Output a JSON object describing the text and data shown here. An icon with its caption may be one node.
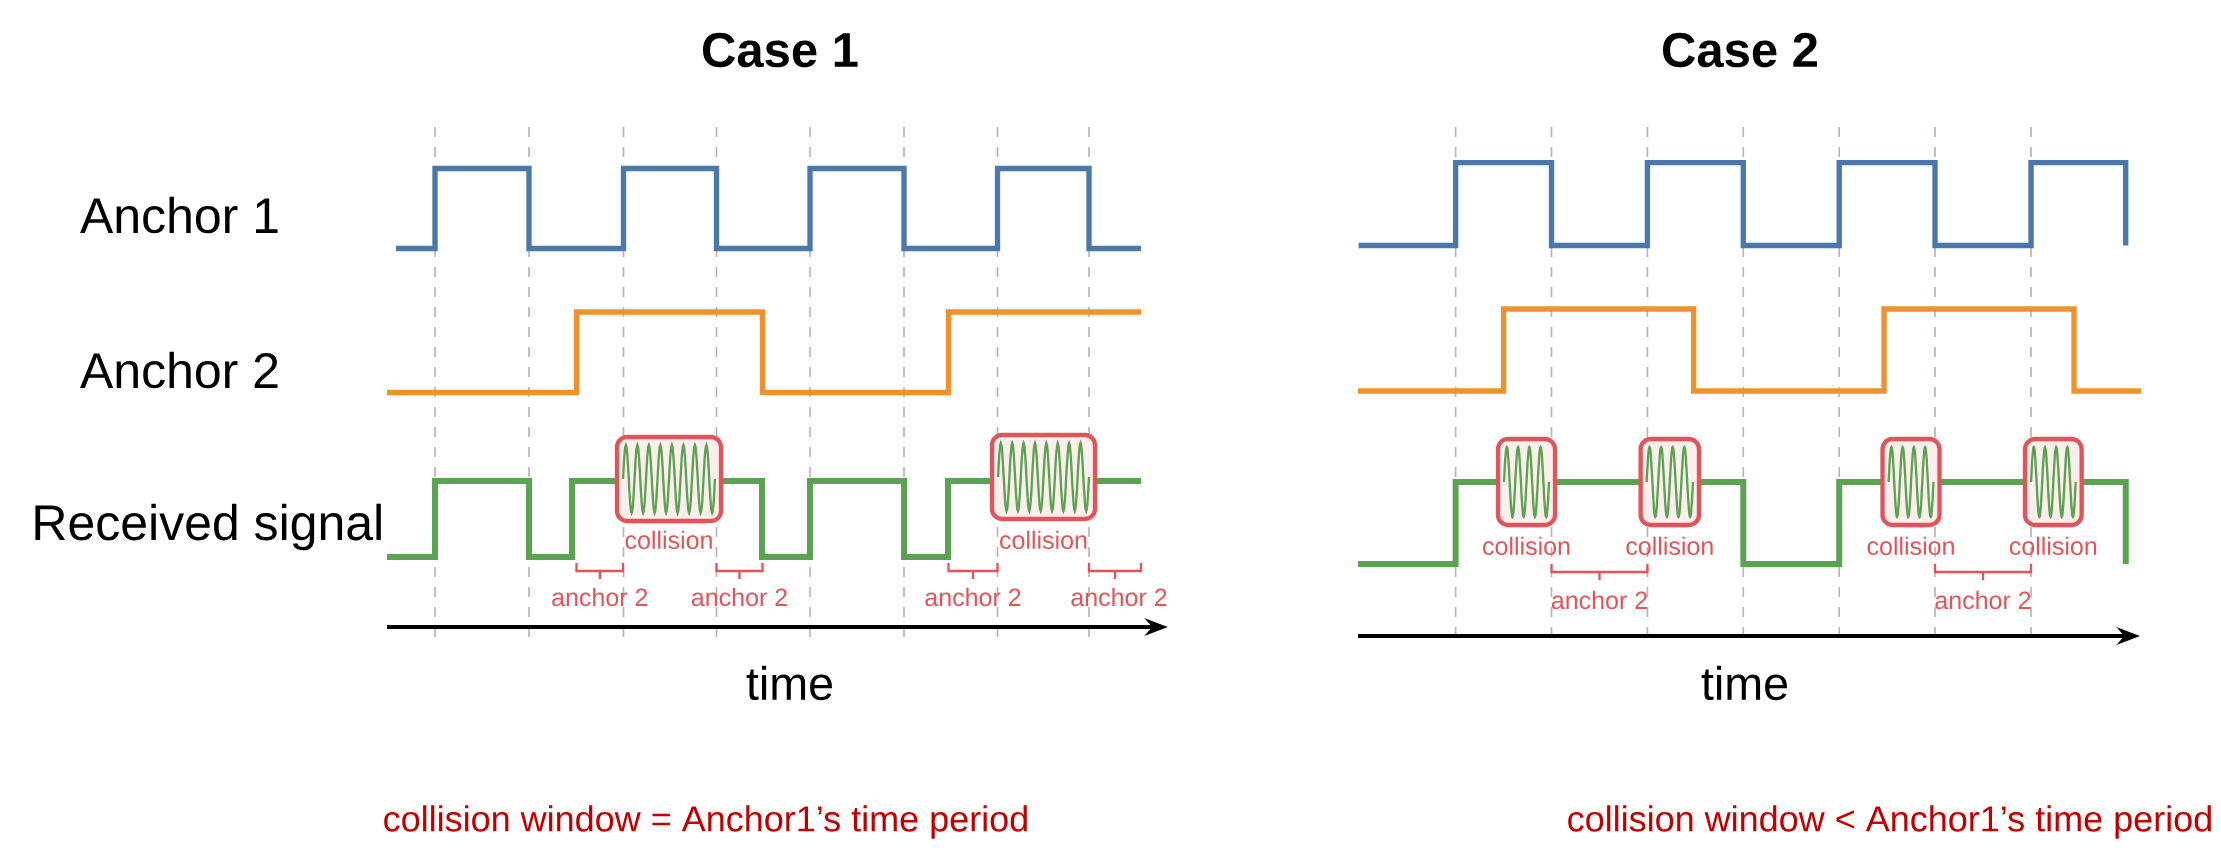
{
  "diagram": {
    "nodes": [
      {
        "text": [
          "collision"
        ]
      },
      {
        "text": [
          "collision"
        ]
      },
      {
        "text": [
          "collision"
        ]
      },
      {
        "text": [
          "collision"
        ]
      },
      {
        "text": [
          "collision"
        ]
      },
      {
        "text": [
          "collision"
        ]
      }
    ],
    "labels": [
      "Case 1",
      "Case 2",
      "Anchor 1",
      "Anchor 2",
      "Received signal",
      "anchor 2",
      "anchor 2",
      "anchor 2",
      "anchor 2",
      "anchor 2",
      "anchor 2",
      "time",
      "time",
      "collision window = Anchor1’s time period",
      "collision window < Anchor1’s time period"
    ]
  }
}
